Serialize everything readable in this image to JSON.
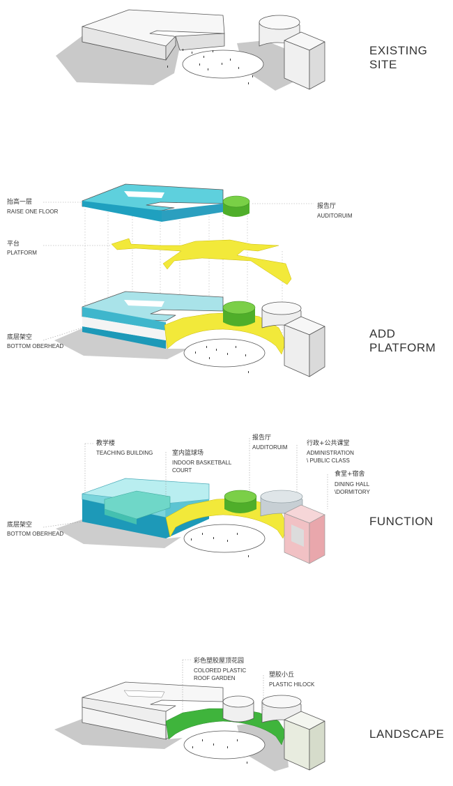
{
  "colors": {
    "building_white": "#f7f7f7",
    "building_side": "#dcdcdc",
    "shadow": "#c6c6c6",
    "raise_floor_cyan": "#4fc4d4",
    "bottom_band_blue": "#1d99b8",
    "auditorium_green": "#6fc83a",
    "platform_yellow": "#f2e93a",
    "dining_pink": "#efb3b7",
    "roof_garden_green": "#3fb43c"
  },
  "stages": [
    {
      "title_lines": [
        "EXISTING",
        "SITE"
      ],
      "labels": []
    },
    {
      "title_lines": [
        "ADD",
        "PLATFORM"
      ],
      "labels": [
        {
          "cn": "抬高一层",
          "en": [
            "RAISE ONE FLOOR"
          ]
        },
        {
          "cn": "报告厅",
          "en": [
            "AUDITORUIM"
          ]
        },
        {
          "cn": "平台",
          "en": [
            "PLATFORM"
          ]
        },
        {
          "cn": "底层架空",
          "en": [
            "BOTTOM OBERHEAD"
          ]
        }
      ]
    },
    {
      "title_lines": [
        "FUNCTION"
      ],
      "labels": [
        {
          "cn": "教学楼",
          "en": [
            "TEACHING BUILDING"
          ]
        },
        {
          "cn": "室内篮球场",
          "en": [
            "INDOOR BASKETBALL",
            "COURT"
          ]
        },
        {
          "cn": "报告厅",
          "en": [
            "AUDITORUIM"
          ]
        },
        {
          "cn": "行政+公共课堂",
          "en": [
            "ADMINISTRATION",
            "\\ PUBLIC CLASS"
          ]
        },
        {
          "cn": "食堂+宿舍",
          "en": [
            "DINING HALL",
            "\\DORMITORY"
          ]
        },
        {
          "cn": "底层架空",
          "en": [
            "BOTTOM OBERHEAD"
          ]
        }
      ]
    },
    {
      "title_lines": [
        "LANDSCAPE"
      ],
      "labels": [
        {
          "cn": "彩色塑胶屋顶花园",
          "en": [
            "COLORED PLASTIC",
            "ROOF GARDEN"
          ]
        },
        {
          "cn": "塑胶小丘",
          "en": [
            "PLASTIC HILOCK"
          ]
        }
      ]
    }
  ]
}
